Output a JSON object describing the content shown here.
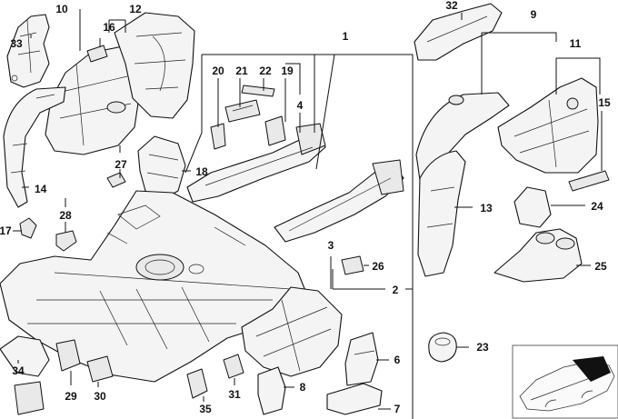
{
  "callouts": {
    "c1": "1",
    "c2": "2",
    "c3": "3",
    "c4": "4",
    "c6": "6",
    "c7": "7",
    "c8": "8",
    "c9": "9",
    "c10": "10",
    "c11": "11",
    "c12": "12",
    "c13": "13",
    "c14": "14",
    "c15": "15",
    "c16": "16",
    "c17": "17",
    "c18": "18",
    "c19": "19",
    "c20": "20",
    "c21": "21",
    "c22": "22",
    "c23": "23",
    "c24": "24",
    "c25": "25",
    "c26": "26",
    "c27": "27",
    "c28": "28",
    "c29": "29",
    "c30": "30",
    "c31": "31",
    "c32": "32",
    "c33": "33",
    "c34": "34",
    "c35": "35"
  },
  "colors": {
    "line": "#111111",
    "fill": "#f4f4f4",
    "highlight": "#111111"
  },
  "inset": {
    "icon": "car-locator-icon"
  }
}
